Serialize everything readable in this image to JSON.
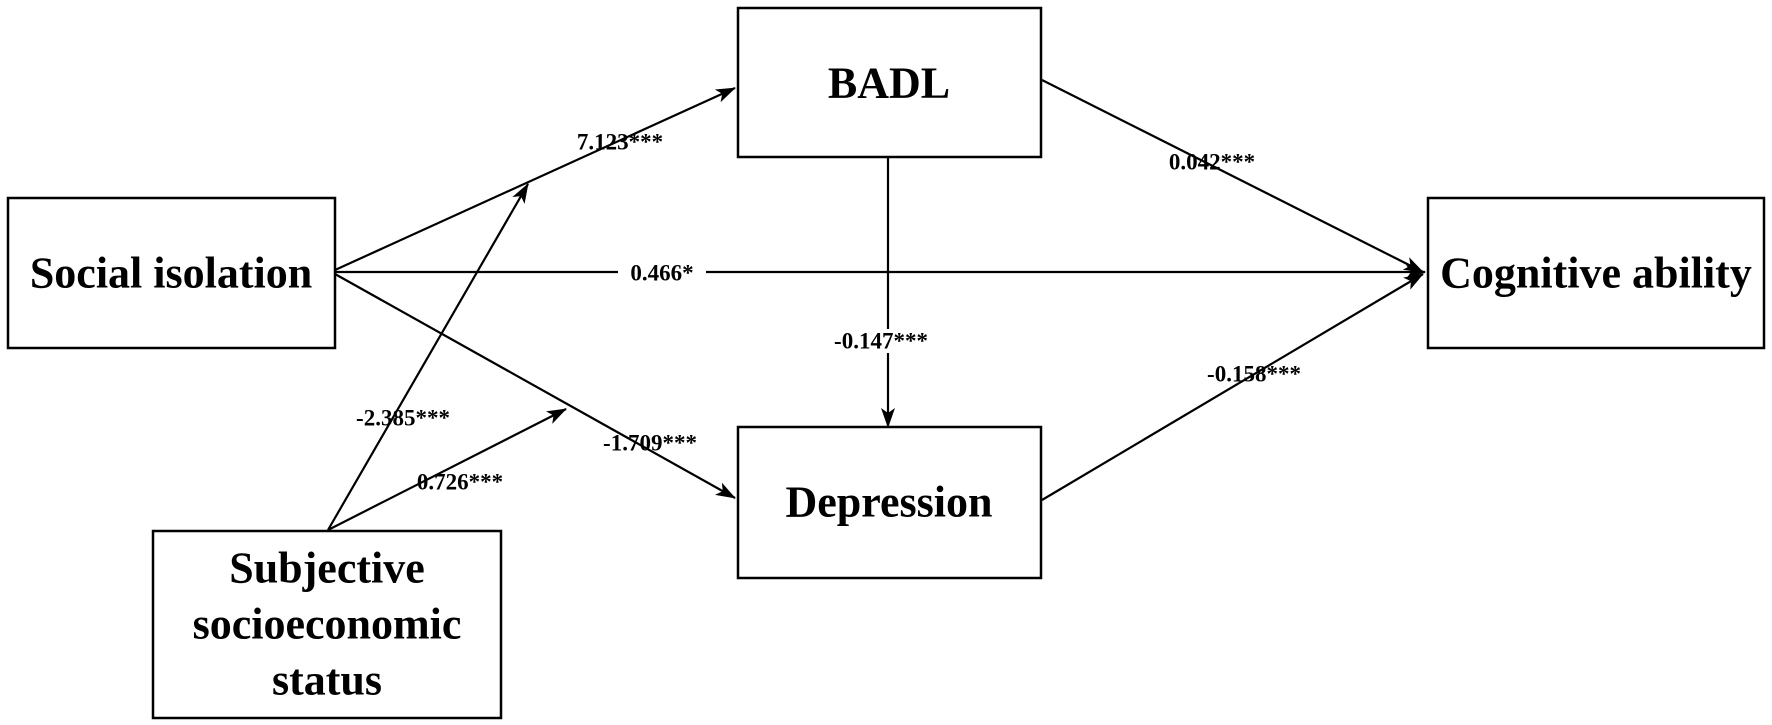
{
  "nodes": {
    "badl": {
      "label": "BADL"
    },
    "social_isolation": {
      "label": "Social isolation"
    },
    "cognitive_ability": {
      "label": "Cognitive ability"
    },
    "depression": {
      "label": "Depression"
    },
    "subjective_ses": {
      "lines": [
        "Subjective",
        "socioeconomic",
        "status"
      ]
    }
  },
  "paths": {
    "si_to_badl": "7.123***",
    "badl_to_cog": "0.042***",
    "si_to_cog": "0.466*",
    "badl_to_dep": "-0.147***",
    "dep_to_cog": "-0.158***",
    "ses_mod_badl": "-2.385***",
    "ses_mod_dep": "0.726***",
    "si_to_dep": "-1.709***"
  },
  "colors": {
    "stroke": "#000000",
    "background": "#ffffff"
  }
}
